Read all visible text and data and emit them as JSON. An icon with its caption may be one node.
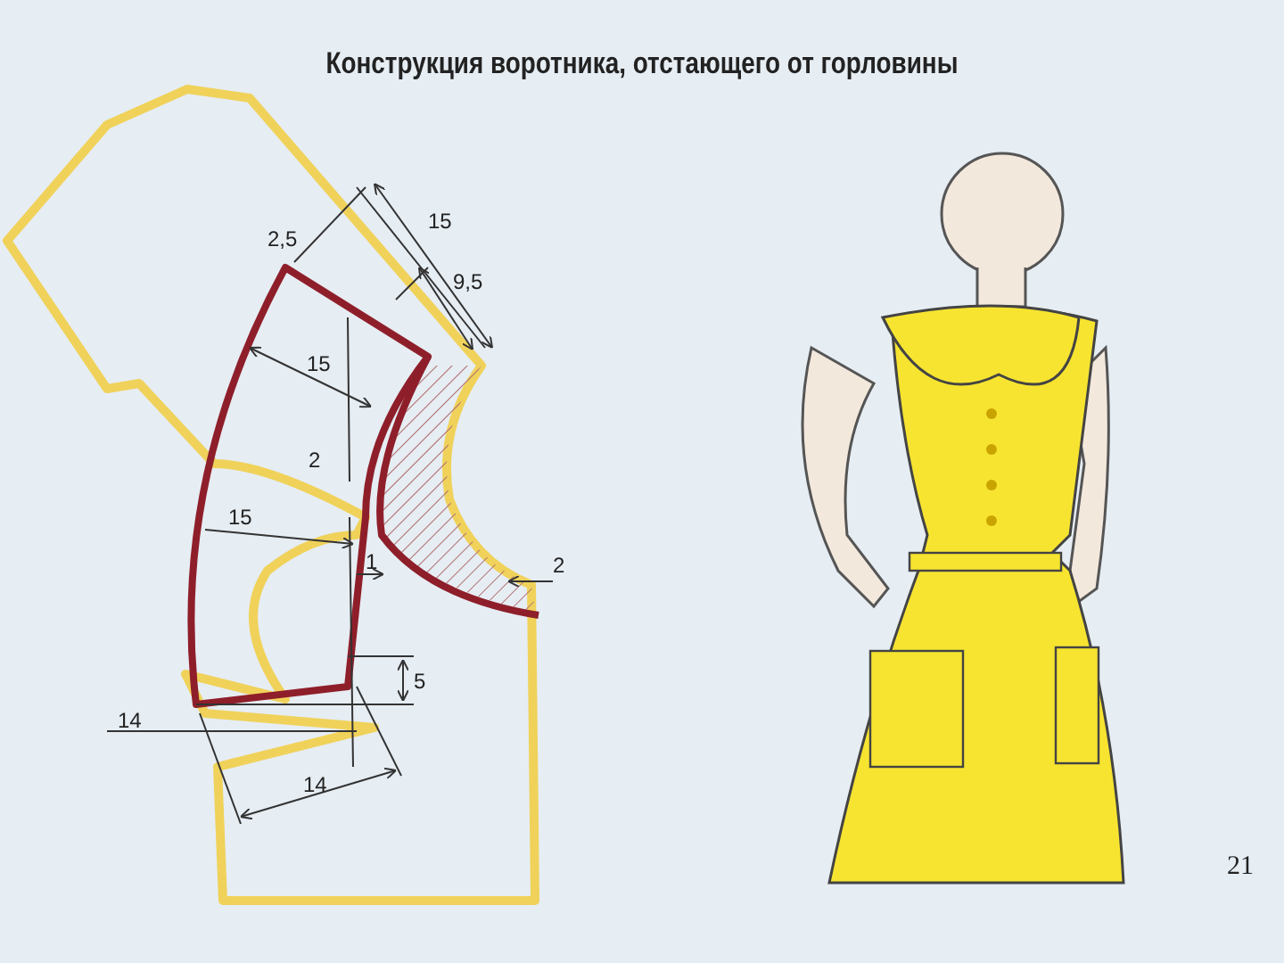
{
  "diagram": {
    "title": "Конструкция воротника, отстающего от горловины",
    "labels": [
      "2,5",
      "15",
      "9,5",
      "15",
      "2",
      "15",
      "1",
      "2",
      "5",
      "14",
      "14",
      "21"
    ]
  }
}
